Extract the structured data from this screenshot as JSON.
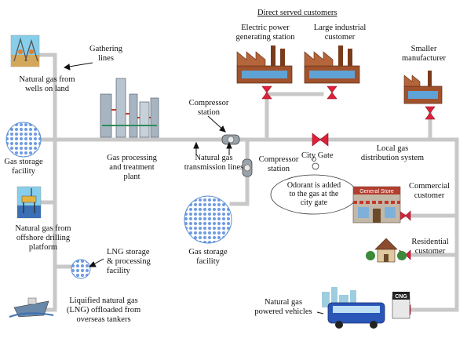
{
  "title": "Direct served customers",
  "labels": {
    "wells": [
      "Natural gas from",
      "wells on land"
    ],
    "gathering": [
      "Gathering",
      "lines"
    ],
    "electric": [
      "Electric power",
      "generating station"
    ],
    "industrial": [
      "Large industrial",
      "customer"
    ],
    "smaller": [
      "Smaller",
      "manufacturer"
    ],
    "compressor1": [
      "Compressor",
      "station"
    ],
    "compressor2": [
      "Compressor",
      "station"
    ],
    "storage1": [
      "Gas storage",
      "facility"
    ],
    "processing": [
      "Gas processing",
      "and treatment",
      "plant"
    ],
    "transmission": [
      "Natural gas",
      "transmission lines"
    ],
    "citygate": "City Gate",
    "localgas": [
      "Local gas",
      "distribution system"
    ],
    "commercial": [
      "Commercial",
      "customer"
    ],
    "storage2": [
      "Gas storage",
      "facility"
    ],
    "offshore": [
      "Natural gas from",
      "offshore drilling",
      "platform"
    ],
    "lng_storage": [
      "LNG storage",
      "& processing",
      "facility"
    ],
    "lng": [
      "Liquified natural gas",
      "(LNG) offloaded from",
      "overseas tankers"
    ],
    "residential": [
      "Residential",
      "customer"
    ],
    "vehicles": [
      "Natural gas",
      "powered vehicles"
    ]
  },
  "bubble": [
    "Odorant is added",
    "to the gas at the",
    "city gate"
  ],
  "signs": {
    "store": "General Store",
    "cng": "CNG"
  },
  "colors": {
    "pipe": "#c8c8c8",
    "valve": "#e0203a",
    "factory": "#a0522d",
    "storage": "#5b8fd6"
  }
}
